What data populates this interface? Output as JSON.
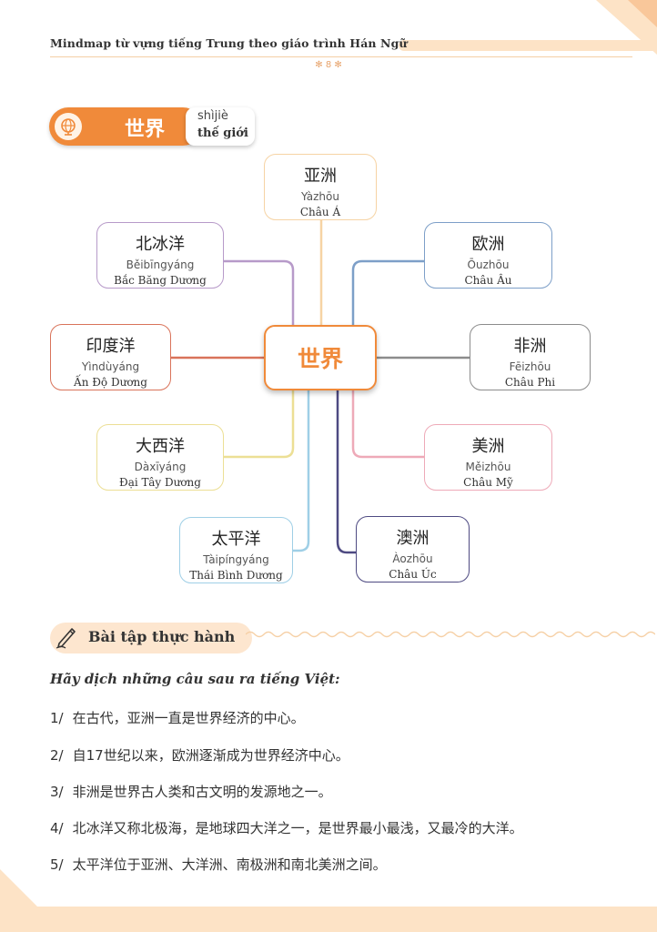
{
  "header": {
    "title": "Mindmap từ vựng tiếng Trung theo giáo trình Hán Ngữ",
    "page_number": "8"
  },
  "topic": {
    "icon": "globe-icon",
    "zh": "世界",
    "pinyin": "shìjiè",
    "vi": "thế giới"
  },
  "mindmap": {
    "center": "世界",
    "nodes": [
      {
        "zh": "亚洲",
        "py": "Yàzhōu",
        "vi": "Châu Á",
        "color": "#f6d3a4"
      },
      {
        "zh": "北冰洋",
        "py": "Běibīngyáng",
        "vi": "Bắc Băng Dương",
        "color": "#b79ac9"
      },
      {
        "zh": "欧洲",
        "py": "Ōuzhōu",
        "vi": "Châu Âu",
        "color": "#7d9fc8"
      },
      {
        "zh": "印度洋",
        "py": "Yìndùyáng",
        "vi": "Ấn Độ Dương",
        "color": "#d9735a"
      },
      {
        "zh": "非洲",
        "py": "Fēizhōu",
        "vi": "Châu Phi",
        "color": "#8c8c8c"
      },
      {
        "zh": "大西洋",
        "py": "Dàxīyáng",
        "vi": "Đại Tây Dương",
        "color": "#ecdf95"
      },
      {
        "zh": "美洲",
        "py": "Měizhōu",
        "vi": "Châu Mỹ",
        "color": "#eeaab8"
      },
      {
        "zh": "太平洋",
        "py": "Tàipíngyáng",
        "vi": "Thái Bình Dương",
        "color": "#9fcfe6"
      },
      {
        "zh": "澳洲",
        "py": "Àozhōu",
        "vi": "Châu Úc",
        "color": "#4e4a82"
      }
    ]
  },
  "exercise": {
    "heading": "Bài tập thực hành",
    "instruction": "Hãy dịch những câu sau ra tiếng Việt:",
    "items": [
      {
        "num": "1/",
        "text": "在古代，亚洲一直是世界经济的中心。"
      },
      {
        "num": "2/",
        "text": "自17世纪以来，欧洲逐渐成为世界经济中心。"
      },
      {
        "num": "3/",
        "text": "非洲是世界古人类和古文明的发源地之一。"
      },
      {
        "num": "4/",
        "text": "北冰洋又称北极海，是地球四大洋之一，是世界最小最浅，又最冷的大洋。"
      },
      {
        "num": "5/",
        "text": "太平洋位于亚洲、大洋洲、南极洲和南北美洲之间。"
      }
    ]
  },
  "colors": {
    "accent": "#f08a3a",
    "band": "#fde3c6"
  }
}
